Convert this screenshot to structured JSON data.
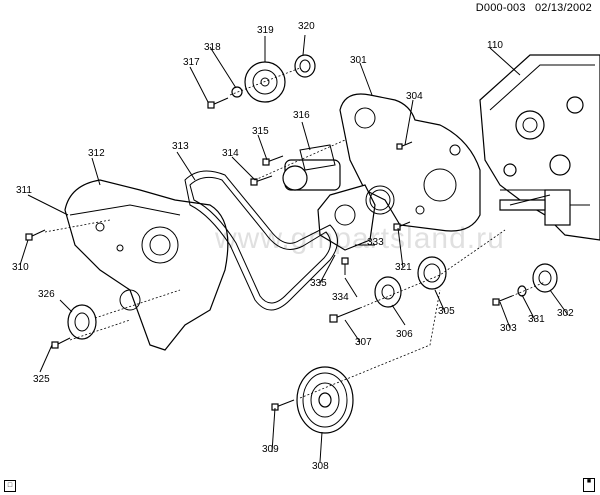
{
  "header": {
    "code": "D000-003",
    "date": "02/13/2002"
  },
  "watermark": "www.gmpartsland.ru",
  "callouts": [
    "110",
    "301",
    "302",
    "303",
    "304",
    "305",
    "306",
    "307",
    "308",
    "309",
    "310",
    "311",
    "312",
    "313",
    "314",
    "315",
    "316",
    "317",
    "318",
    "319",
    "320",
    "321",
    "325",
    "326",
    "331",
    "333",
    "334",
    "335"
  ],
  "icons": {
    "bottom_left": "document-icon",
    "bottom_right": "engine-logo-icon"
  }
}
